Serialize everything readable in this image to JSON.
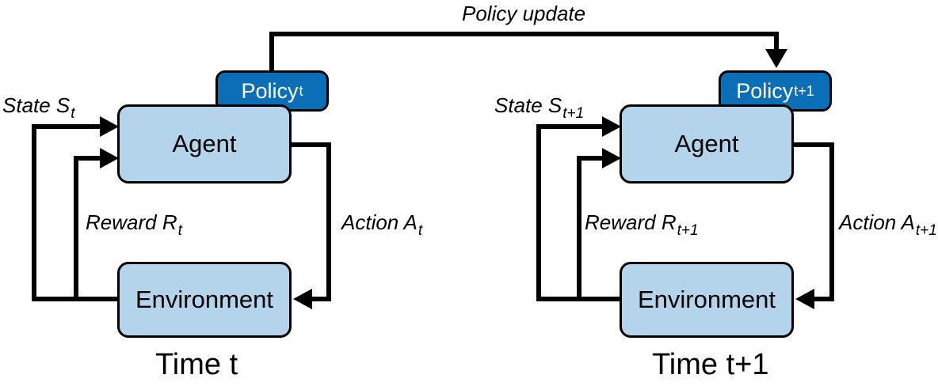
{
  "policy_update_label": "Policy update",
  "left": {
    "policy_label": "Policy",
    "policy_sub": "t",
    "agent_label": "Agent",
    "environment_label": "Environment",
    "state_label": "State S",
    "state_sub": "t",
    "reward_label": "Reward R",
    "reward_sub": "t",
    "action_label": "Action A",
    "action_sub": "t",
    "time_label": "Time t"
  },
  "right": {
    "policy_label": "Policy",
    "policy_sub": "t+1",
    "agent_label": "Agent",
    "environment_label": "Environment",
    "state_label": "State S",
    "state_sub": "t+1",
    "reward_label": "Reward R",
    "reward_sub": "t+1",
    "action_label": "Action A",
    "action_sub": "t+1",
    "time_label": "Time t+1"
  },
  "colors": {
    "box_fill": "#b3d4ea",
    "policy_fill": "#0a6fb7",
    "policy_text": "#ffffff",
    "lines": "#000000"
  }
}
